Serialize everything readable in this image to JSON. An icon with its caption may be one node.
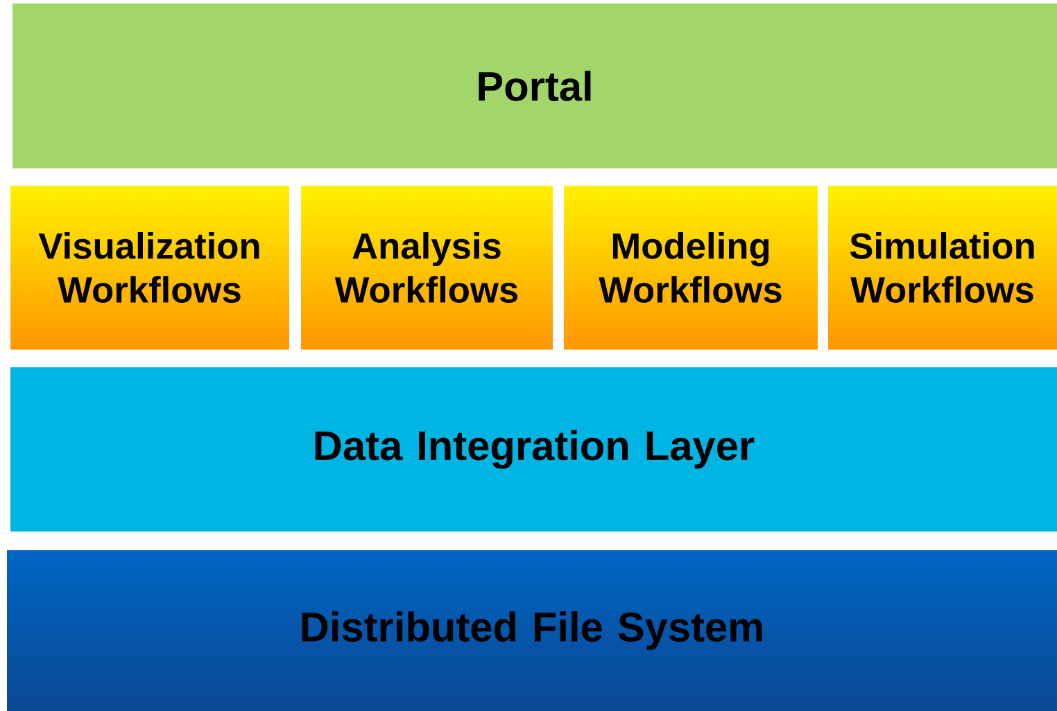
{
  "diagram": {
    "nodes": [
      {
        "text": [
          "Portal"
        ]
      },
      {
        "text": [
          "Visualization Workflows"
        ]
      },
      {
        "text": [
          "Analysis Workflows"
        ]
      },
      {
        "text": [
          "Modeling Workflows"
        ]
      },
      {
        "text": [
          "Simulation Workflows"
        ]
      },
      {
        "text": [
          "Data Integration Layer"
        ]
      },
      {
        "text": [
          "Distributed File System"
        ]
      }
    ]
  }
}
